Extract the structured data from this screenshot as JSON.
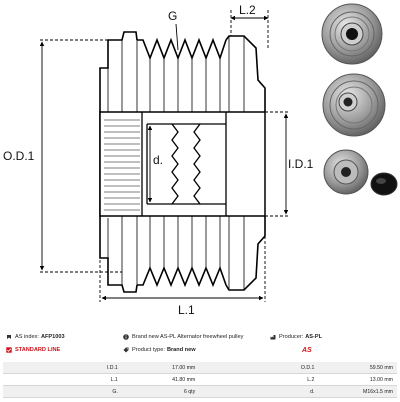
{
  "drawing": {
    "labels": {
      "groove": "G",
      "length2": "L.2",
      "outer_diameter": "O.D.1",
      "inner_diameter": "I.D.1",
      "thread_diameter": "d.",
      "length1": "L.1"
    }
  },
  "info": {
    "as_index_label": "AS index:",
    "as_index_value": "AFP1003",
    "description": "Brand new AS-PL Alternator freewheel pulley",
    "producer_label": "Producer:",
    "producer_value": "AS-PL",
    "standard_line": "STANDARD LINE",
    "product_type_label": "Product type:",
    "product_type_value": "Brand new",
    "logo_text": "AS"
  },
  "spec_table": [
    {
      "l1": "I.D.1",
      "v1": "17.00 mm",
      "l2": "O.D.1",
      "v2": "59.50 mm"
    },
    {
      "l1": "L.1",
      "v1": "41.80 mm",
      "l2": "L.2",
      "v2": "13.00 mm"
    },
    {
      "l1": "G.",
      "v1": "6 qty",
      "l2": "d.",
      "v2": "M16x1.5 mm"
    }
  ],
  "colors": {
    "brand_red": "#d0121b",
    "row_shade": "#f0f0f0"
  }
}
